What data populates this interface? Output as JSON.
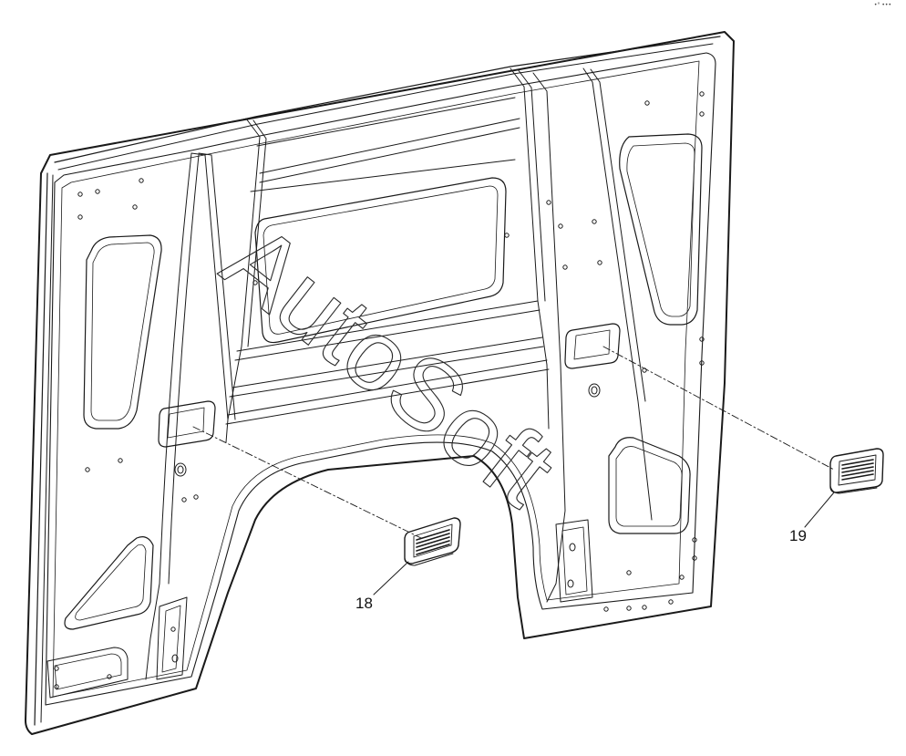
{
  "diagram": {
    "watermark_text": "AutoSoft",
    "callouts": [
      {
        "id": "18",
        "label": "18"
      },
      {
        "id": "19",
        "label": "19"
      }
    ],
    "corner_mark": "•° •••"
  },
  "colors": {
    "line": "#1a1a1a",
    "fill": "#ffffff",
    "watermark_stroke": "#2a2a2a"
  }
}
